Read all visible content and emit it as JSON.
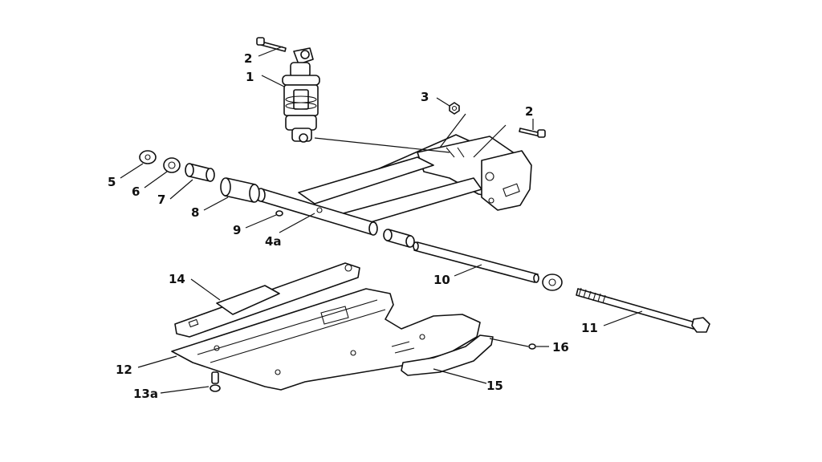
{
  "callouts": {
    "c1": "1",
    "c2a": "2",
    "c2b": "2",
    "c3": "3",
    "c4a": "4a",
    "c5": "5",
    "c6": "6",
    "c7": "7",
    "c8": "8",
    "c9": "9",
    "c10": "10",
    "c11": "11",
    "c12": "12",
    "c13a": "13a",
    "c14": "14",
    "c15": "15",
    "c16": "16"
  },
  "colors": {
    "line": "#111111",
    "background": "#ffffff"
  }
}
